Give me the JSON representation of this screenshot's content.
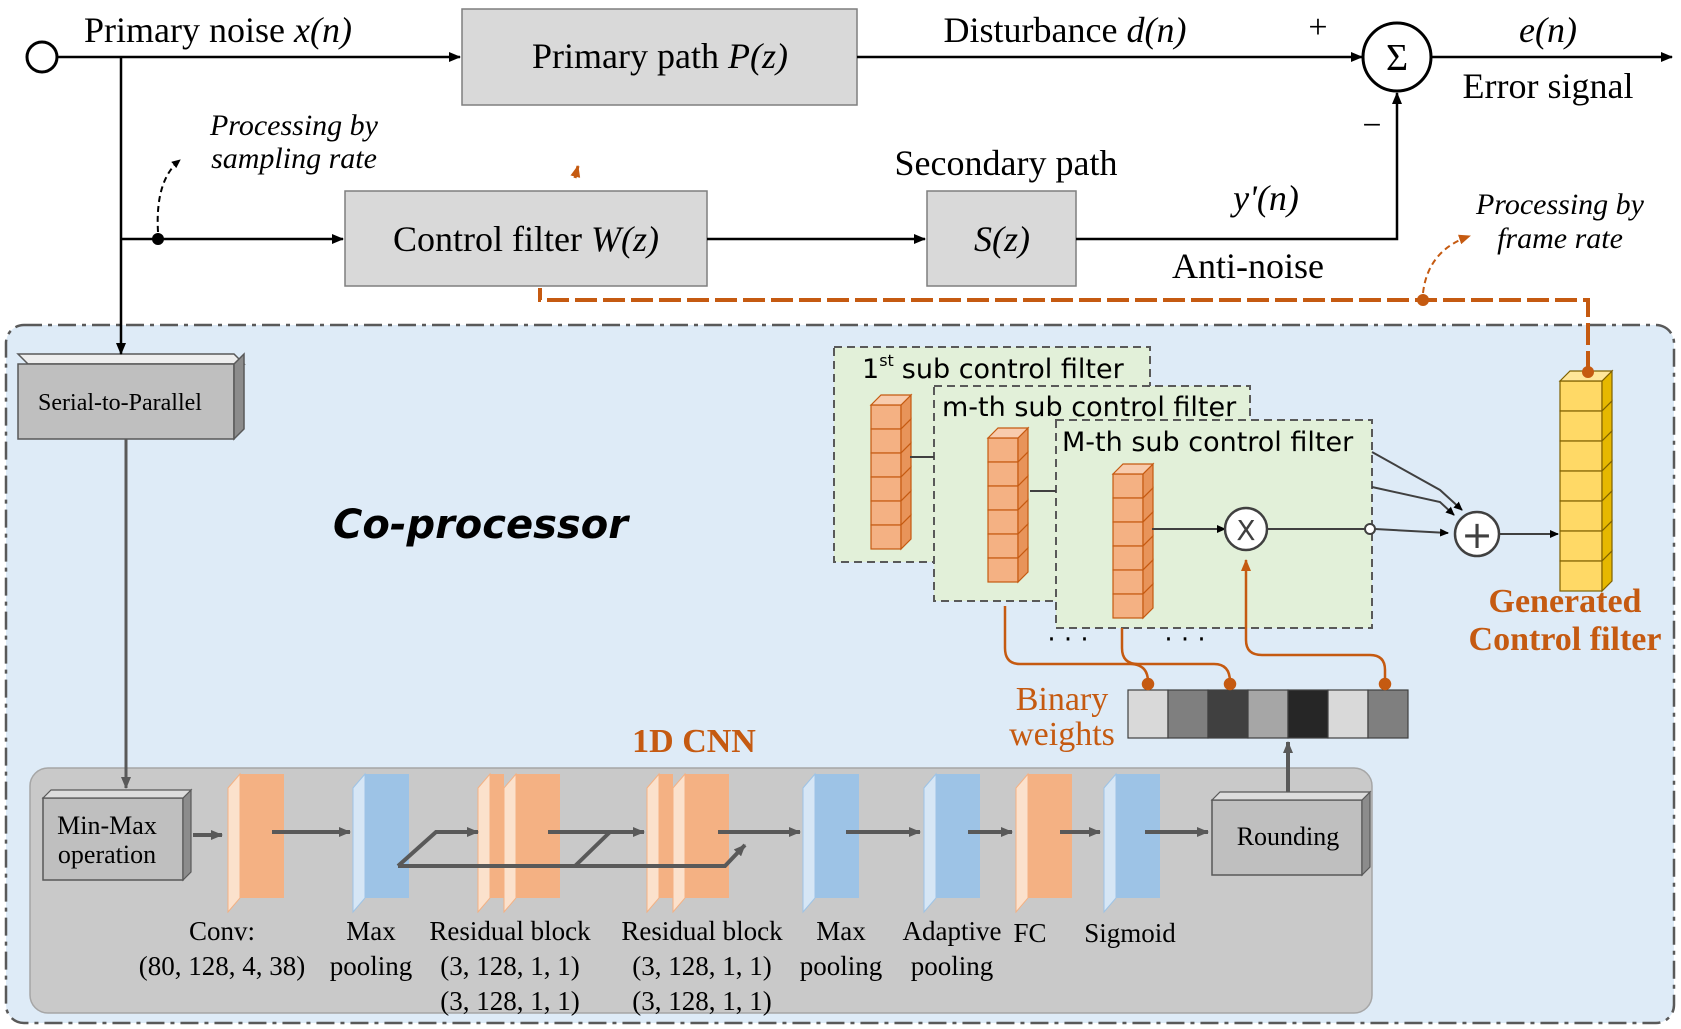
{
  "colors": {
    "accent_orange": "#c55a11",
    "coprocessor_fill": "#deebf7",
    "cnn_panel_fill": "#c9c9c9",
    "block_fill": "#d9d9d9",
    "sub_filter_fill": "#e2f0d9",
    "conv_orange": "#f4b183",
    "pool_blue": "#9dc3e6",
    "gen_filter_yellow": "#ffd966"
  },
  "top": {
    "primary_noise_label": "Primary noise",
    "primary_noise_symbol": "x(n)",
    "primary_path_label": "Primary path",
    "primary_path_symbol": "P(z)",
    "disturbance_label": "Disturbance",
    "disturbance_symbol": "d(n)",
    "plus_sign": "+",
    "minus_sign": "−",
    "sum_symbol": "Σ",
    "error_symbol": "e(n)",
    "error_label": "Error signal",
    "processing_sampling_line1": "Processing by",
    "processing_sampling_line2": "sampling rate",
    "control_filter_label": "Control filter",
    "control_filter_symbol": "W(z)",
    "secondary_path_label": "Secondary path",
    "secondary_path_symbol": "S(z)",
    "yprime_symbol": "y'(n)",
    "anti_noise_label": "Anti-noise",
    "processing_frame_line1": "Processing by",
    "processing_frame_line2": "frame rate"
  },
  "coprocessor": {
    "title": "Co-processor",
    "serial_to_parallel": "Serial-to-Parallel",
    "sub_filter_1": "1st sub control filter",
    "sub_filter_1_num": "1",
    "sub_filter_1_sup": "st",
    "sub_filter_1_rest": "sub control filter",
    "sub_filter_m": "m-th sub control filter",
    "sub_filter_M": "M-th sub control filter",
    "multiply_symbol": "X",
    "add_symbol": "+",
    "ellipsis": "· · ·",
    "generated_line1": "Generated",
    "generated_line2": "Control filter",
    "binary_line1": "Binary",
    "binary_line2": "weights",
    "binary_weight_shades": [
      "#d9d9d9",
      "#7f7f7f",
      "#404040",
      "#a6a6a6",
      "#262626",
      "#d9d9d9",
      "#7f7f7f"
    ]
  },
  "cnn": {
    "title": "1D CNN",
    "minmax_line1": "Min-Max",
    "minmax_line2": "operation",
    "rounding": "Rounding",
    "layers": [
      {
        "name": "conv",
        "line1": "Conv:",
        "line2": "(80, 128, 4, 38)",
        "line3": ""
      },
      {
        "name": "max-pooling-1",
        "line1": "Max",
        "line2": "pooling",
        "line3": ""
      },
      {
        "name": "residual-block-1",
        "line1": "Residual block",
        "line2": "(3, 128, 1, 1)",
        "line3": "(3, 128, 1, 1)"
      },
      {
        "name": "residual-block-2",
        "line1": "Residual block",
        "line2": "(3, 128, 1, 1)",
        "line3": "(3, 128, 1, 1)"
      },
      {
        "name": "max-pooling-2",
        "line1": "Max",
        "line2": "pooling",
        "line3": ""
      },
      {
        "name": "adaptive-pooling",
        "line1": "Adaptive",
        "line2": "pooling",
        "line3": ""
      },
      {
        "name": "fc",
        "line1": "FC",
        "line2": "",
        "line3": ""
      },
      {
        "name": "sigmoid",
        "line1": "Sigmoid",
        "line2": "",
        "line3": ""
      }
    ]
  }
}
